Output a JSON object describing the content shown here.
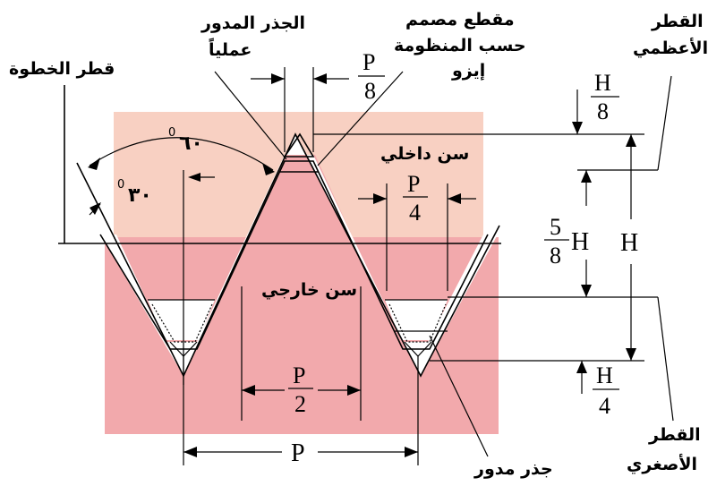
{
  "colors": {
    "internal_zone": "#f8d0c2",
    "external_zone": "#f2a9ac",
    "outline": "#000000",
    "clearance": "#ffffff"
  },
  "labels": {
    "pitch_diameter": "قطر الخطوة",
    "actual_root": "الجذر المدور",
    "actual_root_line2": "عملياً",
    "iso_profile": "مقطع مصمم",
    "iso_profile_line2": "حسب المنظومة",
    "iso_profile_line3": "إيزو",
    "major_diameter": "القطر",
    "major_diameter_line2": "الأعظمي",
    "minor_diameter": "القطر",
    "minor_diameter_line2": "الأصغري",
    "internal_thread": "سن داخلي",
    "external_thread": "سن خارجي",
    "rounded_root": "جذر مدور",
    "angle_60": "٦٠",
    "angle_30": "٣٠",
    "degree": "0"
  },
  "dimensions": {
    "pitch": "P",
    "numerator_p": "P",
    "den_8": "8",
    "den_4": "4",
    "den_2": "2",
    "height": "H",
    "numerator_h": "H",
    "five": "5",
    "eight": "8",
    "h_unit": "H"
  }
}
